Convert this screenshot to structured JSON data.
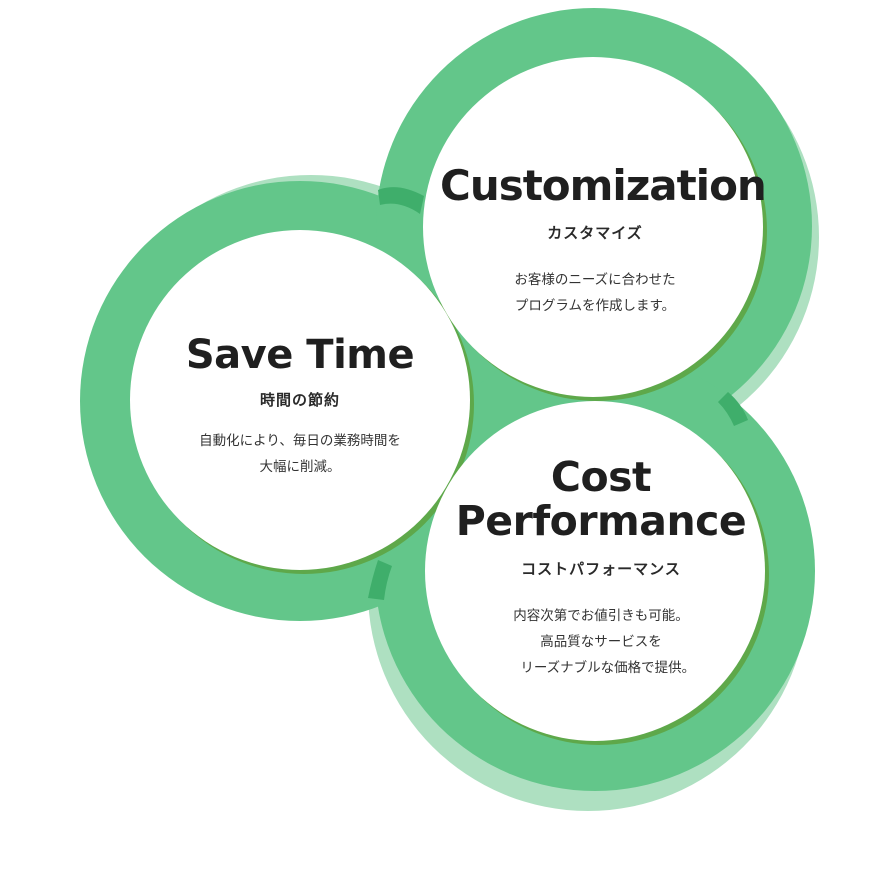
{
  "colors": {
    "ring": "#63c68a",
    "ring_shadow": "#aee0c1",
    "ring_overlap": "#3fae6b",
    "inner_edge": "#5ea84a",
    "inner_fill": "#ffffff",
    "text": "#1f1f1f"
  },
  "features": [
    {
      "id": "save-time",
      "title": "Save Time",
      "subtitle": "時間の節約",
      "desc": [
        "自動化により、毎日の業務時間を",
        "大幅に削減。"
      ]
    },
    {
      "id": "customization",
      "title": "Customization",
      "subtitle": "カスタマイズ",
      "desc": [
        "お客様のニーズに合わせた",
        "プログラムを作成します。"
      ]
    },
    {
      "id": "cost-performance",
      "title_lines": [
        "Cost",
        "Performance"
      ],
      "subtitle": "コストパフォーマンス",
      "desc": [
        "内容次第でお値引きも可能。",
        "高品質なサービスを",
        "　リーズナブルな価格で提供。"
      ]
    }
  ]
}
